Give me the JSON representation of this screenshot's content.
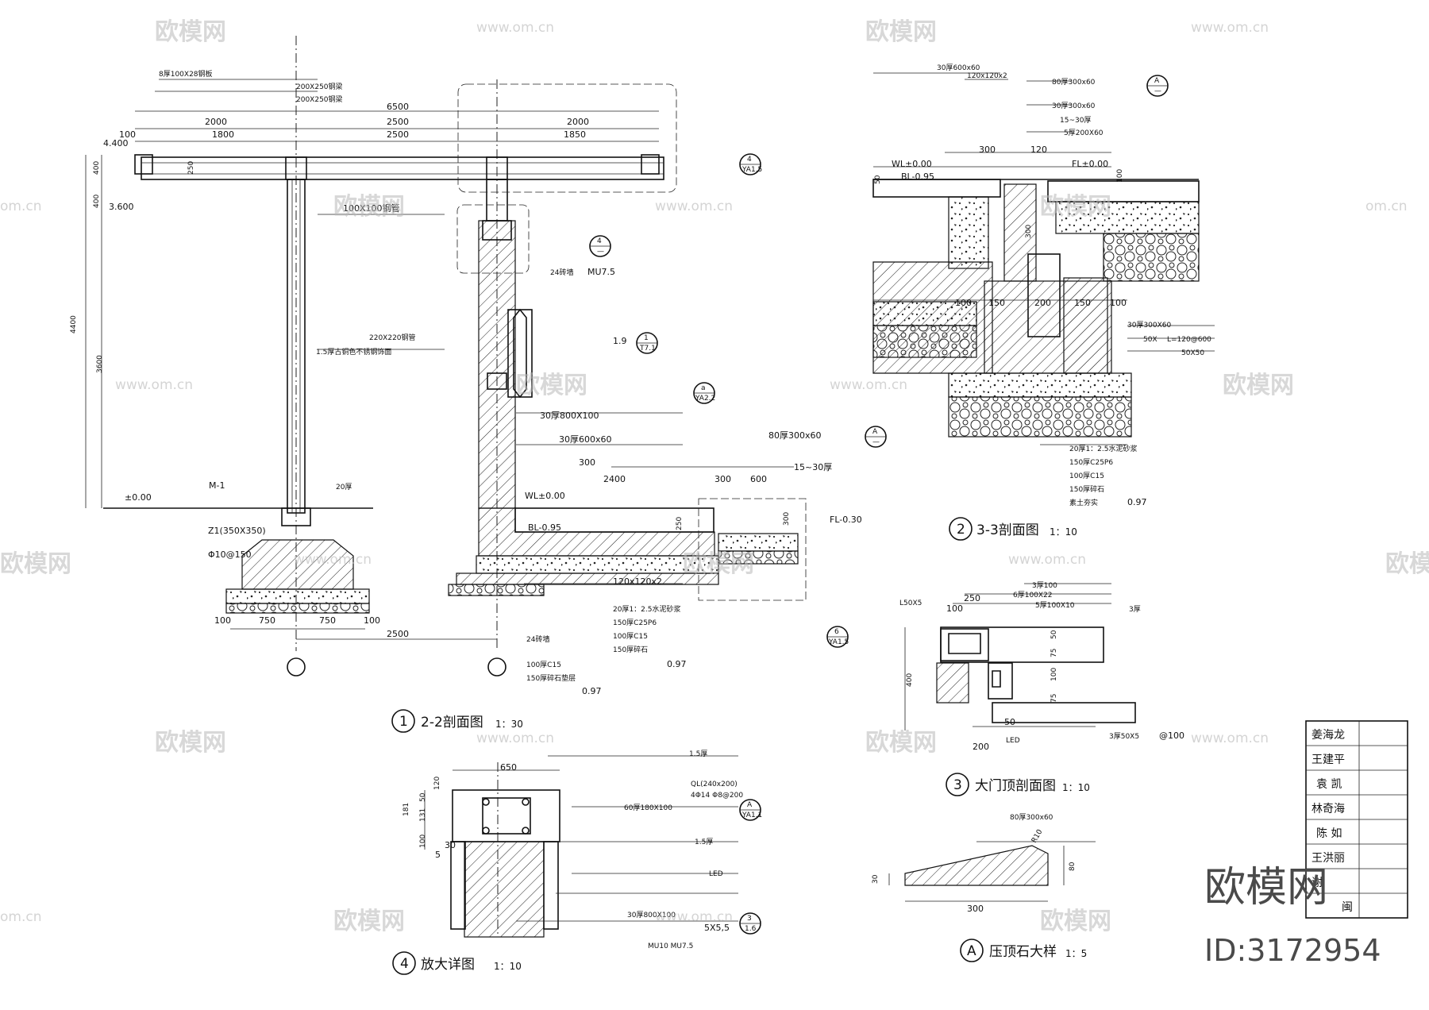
{
  "details": {
    "d1": {
      "num": "1",
      "title": "2-2剖面图",
      "scale": "1：30"
    },
    "d2": {
      "num": "2",
      "title": "3-3剖面图",
      "scale": "1：10"
    },
    "d3": {
      "num": "3",
      "title": "大门顶剖面图",
      "scale": "1：10"
    },
    "d4": {
      "num": "4",
      "title": "放大详图",
      "scale": "1：10"
    },
    "dA": {
      "num": "A",
      "title": "压顶石大样",
      "scale": "1：5"
    }
  },
  "dims": {
    "d6500": "6500",
    "d2000a": "2000",
    "d2500a": "2500",
    "d2000b": "2000",
    "d1800": "1800",
    "d2500b": "2500",
    "d1850": "1850",
    "d100a": "100",
    "d4400": "4400",
    "d3600": "3600",
    "d400a": "400",
    "d400b": "400",
    "d250": "250",
    "d2500c": "2500",
    "d100b": "100",
    "d750a": "750",
    "d750b": "750",
    "d100c": "100",
    "d2400": "2400",
    "d300a": "300",
    "d300b": "300",
    "d600": "600",
    "d250b": "250",
    "d300c": "300"
  },
  "elevations": {
    "e4400": "4.400",
    "e3600": "3.600",
    "e000": "±0.00",
    "wl1": "WL±0.00",
    "bl1": "BL-0.95",
    "fl1": "FL-0.30",
    "wl2": "WL±0.00",
    "bl2": "BL-0.95",
    "fl2": "FL±0.00"
  },
  "notes": {
    "n1": "8厚100X28钢板",
    "n2": "200X250钢梁",
    "n3": "200X250钢梁",
    "n4": "100X100钢管",
    "n5": "220X220钢管",
    "n6": "1.5厚古铜色不锈钢饰面",
    "n7": "M-1",
    "n8": "Z1(350X350)",
    "n9": "Φ10@150",
    "n10": "24砖墙",
    "n11": "MU7.5",
    "n12": "30厚800X100",
    "n13": "30厚600x60",
    "n14": "80厚300x60",
    "n15": "15~30厚",
    "n16": "120x120x2",
    "n17": "20厚1：2.5水泥砂浆",
    "n18": "150厚C25P6",
    "n19": "100厚C15",
    "n20": "150厚碎石",
    "n21": "0.97",
    "n22": "0.97",
    "n23": "1.9",
    "n24": "20厚",
    "n25": "24砖墙",
    "n26": "100厚C15",
    "n27": "150厚碎石垫层"
  },
  "d2notes": {
    "a": "30厚600x60",
    "b": "120x120x2",
    "c": "80厚300x60",
    "d": "30厚300x60",
    "e": "15~30厚",
    "f": "5厚200X60",
    "g": "30厚300X60",
    "h": "50X",
    "i": "L=120@600",
    "j": "50X50",
    "k": "20厚1：2.5水泥砂浆",
    "l": "150厚C25P6",
    "m": "100厚C15",
    "n": "150厚碎石",
    "o": "素土夯实",
    "p": "0.97",
    "dimA": "300",
    "dimB": "100",
    "dimC": "150",
    "dimD": "200",
    "dimE": "150",
    "dimF": "100",
    "dimG": "120",
    "dimH": "300",
    "dimI": "100",
    "dimJ": "50"
  },
  "d3notes": {
    "a": "L50X5",
    "b": "3厚100",
    "c": "6厚100X22",
    "d": "5厚100X10",
    "e": "3厚",
    "f": "LED",
    "g": "3厚50X5",
    "h": "@100",
    "dim400": "400",
    "dim100": "100",
    "dim250": "250",
    "dim200": "200",
    "dim50": "50",
    "dim75": "75",
    "dim100b": "100",
    "dim75b": "75",
    "dim50b": "50"
  },
  "d4notes": {
    "a": "1.5厚",
    "b": "QL(240x200)",
    "c": "4Φ14 Φ8@200",
    "d": "60厚180X100",
    "e": "1.5厚",
    "f": "LED",
    "g": "30厚800X100",
    "h": "MU10 MU7.5",
    "i": "5X5,5",
    "dim650": "650",
    "dim120": "120",
    "dim50": "50",
    "dim181": "181",
    "dim131": "131",
    "dim100": "100",
    "dim30": "30",
    "dim5": "5"
  },
  "dAnotes": {
    "a": "80厚300x60",
    "b": "R10",
    "dim300": "300",
    "dim80": "80",
    "dim30": "30"
  },
  "callouts": {
    "c1": "4",
    "c1s": "YA1.5",
    "c2": "4",
    "c2s": "—",
    "c3": "1",
    "c3s": "T7.1",
    "c4": "a",
    "c4s": "YA2.2",
    "c5": "A",
    "c5s": "—",
    "c6": "6",
    "c6s": "YA1.5",
    "c7": "A",
    "c7s": "—",
    "c8": "A",
    "c8s": "YA1.1",
    "c9": "3",
    "c9s": "1.6"
  },
  "names": [
    "姜海龙",
    "王建平",
    "袁 凯",
    "林奇海",
    "陈 如",
    "王洪丽",
    "谢",
    "闽"
  ],
  "watermark": {
    "brand": "欧模网",
    "url": "www.om.cn",
    "url_short": "om.cn"
  },
  "brand": {
    "name": "欧模网",
    "id": "ID:3172954"
  }
}
